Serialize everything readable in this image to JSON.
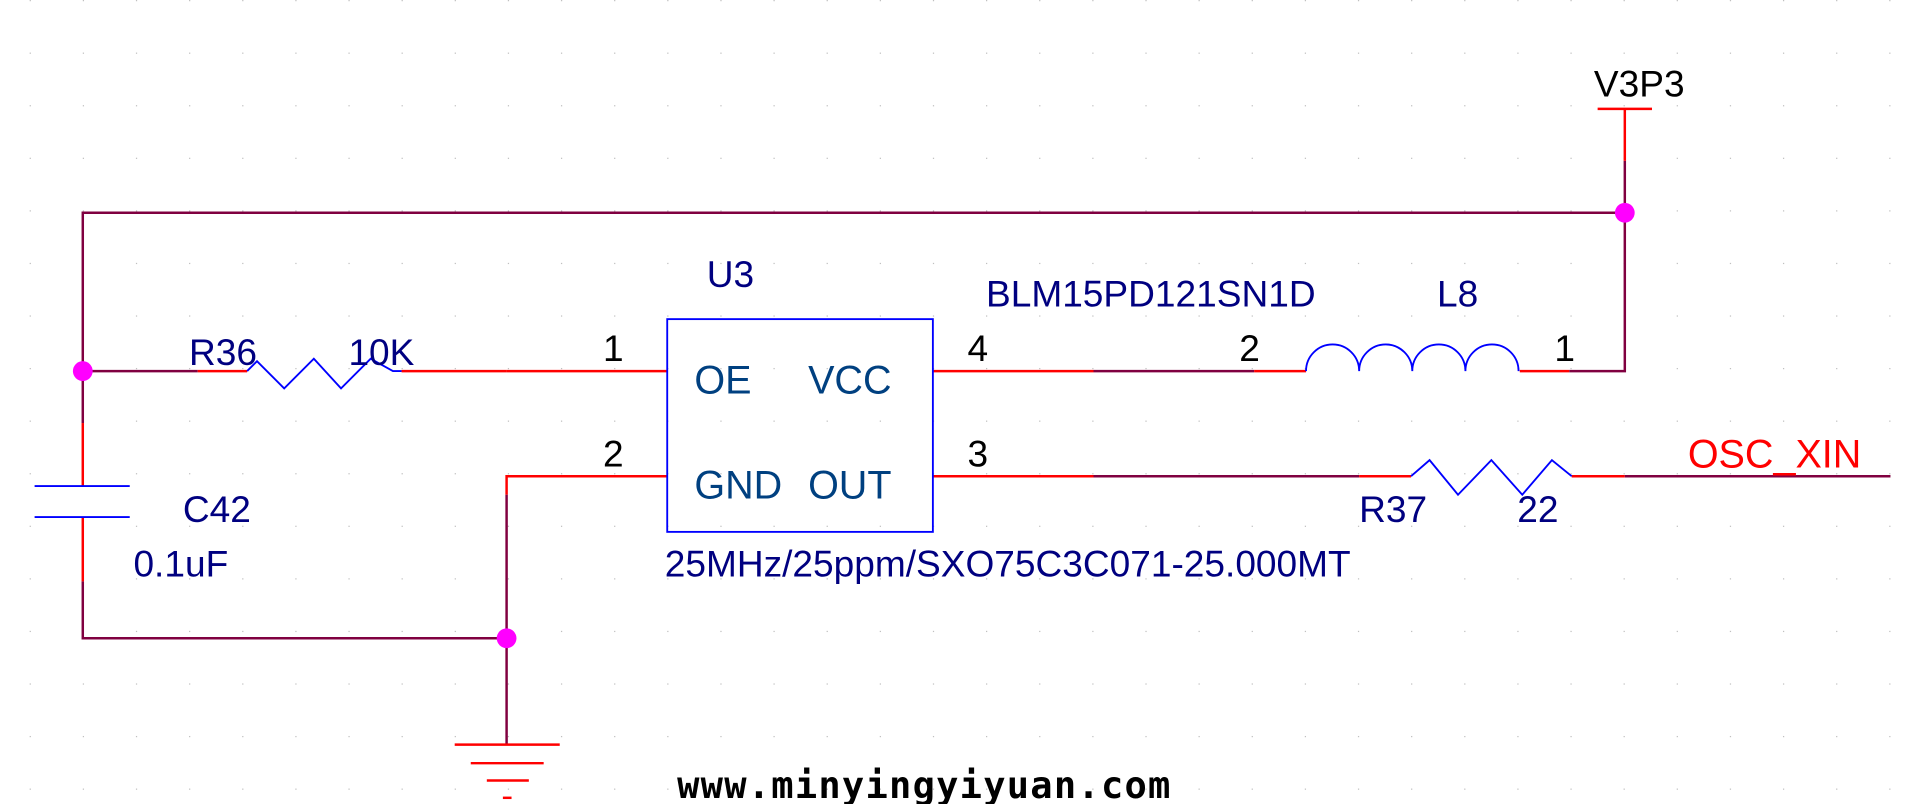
{
  "schematic": {
    "power_net": "V3P3",
    "ic": {
      "ref": "U3",
      "value": "25MHz/25ppm/SXO75C3C071-25.000MT",
      "pins": [
        {
          "number": "1",
          "name": "OE"
        },
        {
          "number": "2",
          "name": "GND"
        },
        {
          "number": "4",
          "name": "VCC"
        },
        {
          "number": "3",
          "name": "OUT"
        }
      ]
    },
    "r36": {
      "ref": "R36",
      "value": "10K"
    },
    "r37": {
      "ref": "R37",
      "value": "22"
    },
    "c42": {
      "ref": "C42",
      "value": "0.1uF"
    },
    "l8": {
      "ref": "L8",
      "value": "BLM15PD121SN1D",
      "pin_left": "2",
      "pin_right": "1"
    },
    "net_label": "OSC_XIN",
    "watermark": "www.minyingyiyuan.com"
  },
  "colors": {
    "wire": "#800040",
    "pin": "#ff0000",
    "body": "#0000ff",
    "junction": "#ff00ff",
    "ref_text": "#000080",
    "net_label": "#ff0000"
  }
}
